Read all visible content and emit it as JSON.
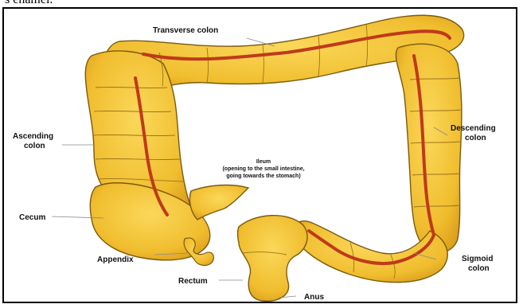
{
  "caption": "s enamel.",
  "labels": {
    "transverse": "Transverse colon",
    "ascending_1": "Ascending",
    "ascending_2": "colon",
    "descending_1": "Descending",
    "descending_2": "colon",
    "ileum_1": "Ileum",
    "ileum_2": "(opening to the small intestine,",
    "ileum_3": "going towards the stomach)",
    "cecum": "Cecum",
    "appendix": "Appendix",
    "rectum": "Rectum",
    "anus": "Anus",
    "sigmoid_1": "Sigmoid",
    "sigmoid_2": "colon"
  },
  "colors": {
    "colon_fill": "#f2c23a",
    "colon_outline": "#7a5a10",
    "band": "#c03a1a",
    "leader": "#888888"
  }
}
